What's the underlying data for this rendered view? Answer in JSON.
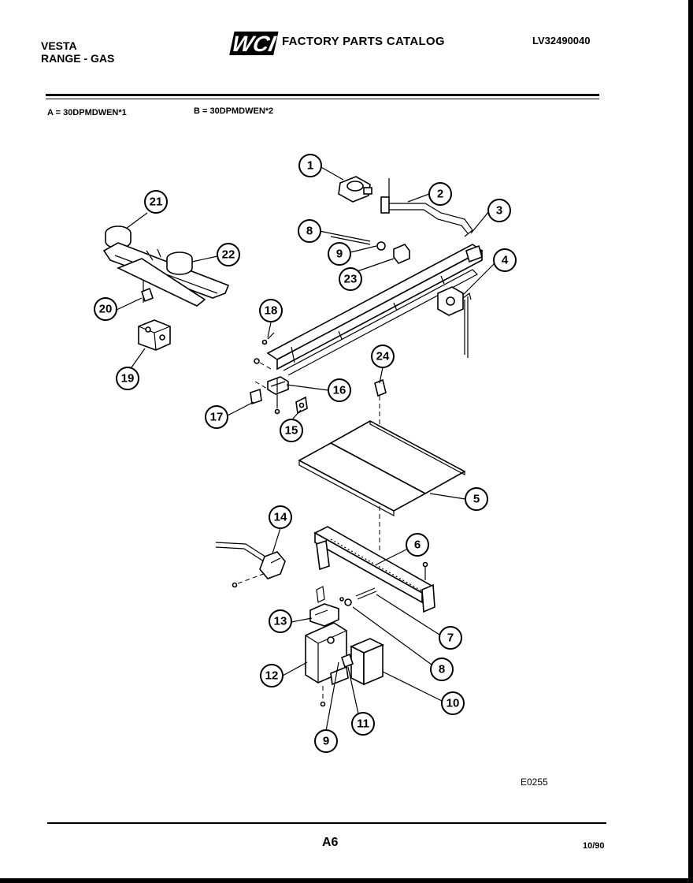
{
  "header": {
    "brand_line1": "VESTA",
    "brand_line2": "RANGE - GAS",
    "logo_text": "WCI",
    "title": "FACTORY PARTS CATALOG",
    "catalog_number": "LV32490040"
  },
  "models": {
    "a": "A = 30DPMDWEN*1",
    "b": "B = 30DPMDWEN*2"
  },
  "callouts": [
    "1",
    "2",
    "3",
    "4",
    "5",
    "6",
    "7",
    "8",
    "8",
    "9",
    "9",
    "10",
    "11",
    "12",
    "13",
    "14",
    "15",
    "16",
    "17",
    "18",
    "19",
    "20",
    "21",
    "22",
    "23",
    "24"
  ],
  "footer": {
    "diagram_code": "E0255",
    "page": "A6",
    "date": "10/90"
  }
}
